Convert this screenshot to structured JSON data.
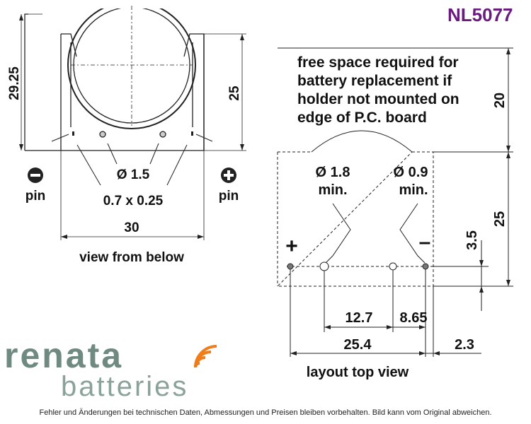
{
  "model": "NL5077",
  "left_view": {
    "dim_height_total": "29.25",
    "dim_height_body": "25",
    "dim_width": "30",
    "hole_diameter": "Ø 1.5",
    "pin_size": "0.7 x 0.25",
    "pin_left_label": "pin",
    "pin_right_label": "pin",
    "caption": "view from below"
  },
  "right_view": {
    "free_space_note": [
      "free space required for",
      "battery replacement if",
      "holder not mounted on",
      "edge of P.C. board"
    ],
    "dim_clearance": "20",
    "dim_body": "25",
    "hole_plus_line1": "Ø 1.8",
    "hole_plus_line2": "min.",
    "hole_minus_line1": "Ø 0.9",
    "hole_minus_line2": "min.",
    "plus_sign": "+",
    "minus_sign": "–",
    "dim_3_5": "3.5",
    "dim_12_7": "12.7",
    "dim_8_65": "8.65",
    "dim_25_4": "25.4",
    "dim_2_3": "2.3",
    "caption": "layout top view"
  },
  "logo": {
    "word1": "renata",
    "word2": "batteries",
    "color_word1": "#6f8a80",
    "color_word2": "#8aa39a",
    "color_waves": "#f07d1a"
  },
  "disclaimer": "Fehler und Änderungen bei technischen Daten, Abmessungen und Preisen bleiben vorbehalten. Bild kann vom Original abweichen.",
  "colors": {
    "model": "#6a1c7e",
    "line": "#222222"
  }
}
